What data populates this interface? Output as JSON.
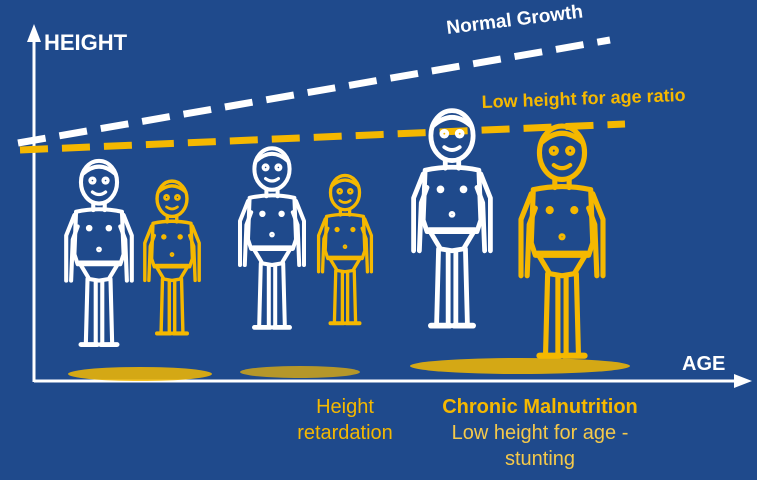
{
  "axes": {
    "y_label": "HEIGHT",
    "x_label": "AGE"
  },
  "lines": {
    "normal_growth": "Normal Growth",
    "low_height_for_age": "Low height for age ratio"
  },
  "captions": {
    "height_retardation": [
      "Height",
      "retardation"
    ],
    "chronic_title": "Chronic Malnutrition",
    "chronic_sub": [
      "Low height for age -",
      "stunting"
    ]
  },
  "colors": {
    "background": "#1f4a8c",
    "white": "#ffffff",
    "accent": "#f5b800"
  },
  "figures": [
    {
      "group": 1,
      "kind": "normal"
    },
    {
      "group": 1,
      "kind": "stunted"
    },
    {
      "group": 2,
      "kind": "normal"
    },
    {
      "group": 2,
      "kind": "stunted"
    },
    {
      "group": 3,
      "kind": "normal"
    },
    {
      "group": 3,
      "kind": "stunted"
    }
  ]
}
